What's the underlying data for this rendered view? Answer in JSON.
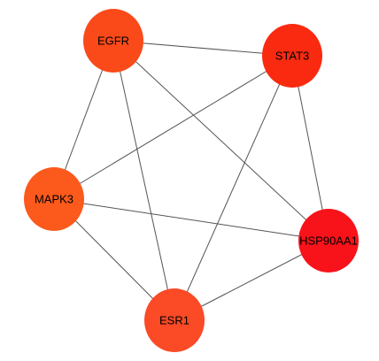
{
  "network": {
    "nodes": [
      {
        "id": "EGFR",
        "label": "EGFR",
        "color": "#fa4a1a"
      },
      {
        "id": "STAT3",
        "label": "STAT3",
        "color": "#fa2a10"
      },
      {
        "id": "MAPK3",
        "label": "MAPK3",
        "color": "#fb5a1c"
      },
      {
        "id": "HSP90AA1",
        "label": "HSP90AA1",
        "color": "#f8131a"
      },
      {
        "id": "ESR1",
        "label": "ESR1",
        "color": "#fa4a26"
      }
    ],
    "edges": [
      [
        "EGFR",
        "STAT3"
      ],
      [
        "EGFR",
        "MAPK3"
      ],
      [
        "EGFR",
        "ESR1"
      ],
      [
        "EGFR",
        "HSP90AA1"
      ],
      [
        "STAT3",
        "MAPK3"
      ],
      [
        "STAT3",
        "ESR1"
      ],
      [
        "STAT3",
        "HSP90AA1"
      ],
      [
        "MAPK3",
        "ESR1"
      ],
      [
        "MAPK3",
        "HSP90AA1"
      ],
      [
        "ESR1",
        "HSP90AA1"
      ]
    ]
  }
}
